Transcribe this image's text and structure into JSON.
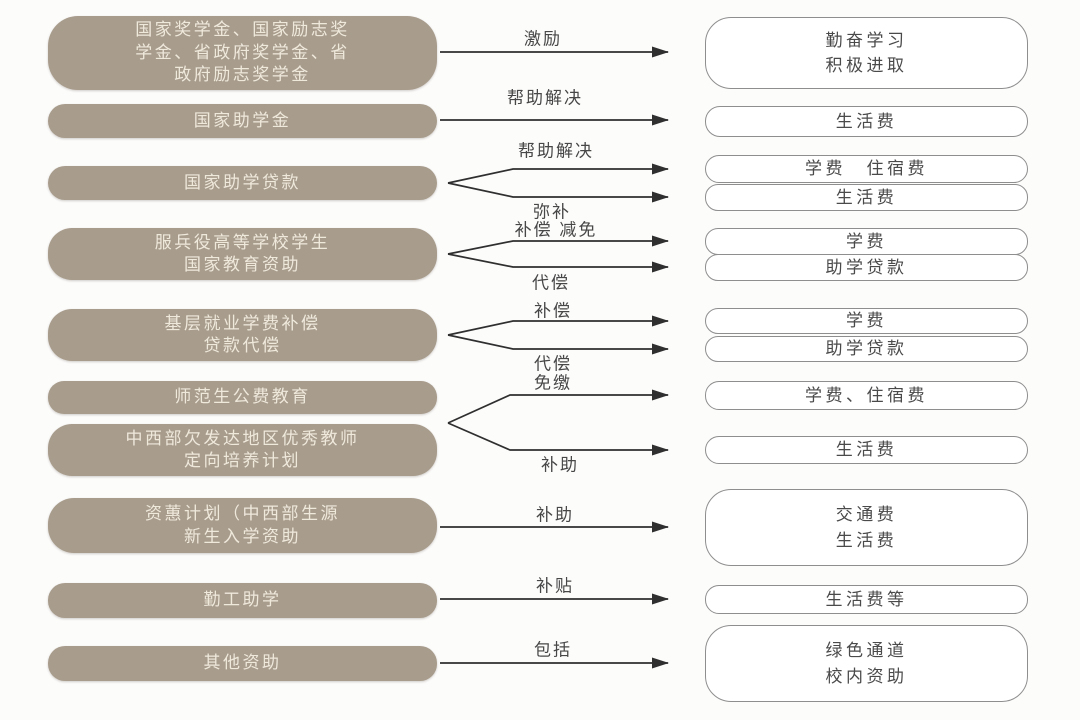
{
  "colors": {
    "background": "#fcfcfb",
    "left_node_fill": "#a89c8c",
    "left_node_text": "#efe9dc",
    "right_node_fill": "#ffffff",
    "right_node_border": "#8e8e8e",
    "right_node_text": "#4a4a4a",
    "arrow_color": "#2f2f2f",
    "edge_label_color": "#474747"
  },
  "diagram": {
    "left_nodes": [
      {
        "text": "国家奖学金、国家励志奖\n学金、省政府奖学金、省\n政府励志奖学金"
      },
      {
        "text": "国家助学金"
      },
      {
        "text": "国家助学贷款"
      },
      {
        "text": "服兵役高等学校学生\n国家教育资助"
      },
      {
        "text": "基层就业学费补偿\n贷款代偿"
      },
      {
        "text": "师范生公费教育"
      },
      {
        "text": "中西部欠发达地区优秀教师\n定向培养计划"
      },
      {
        "text": "资蕙计划（中西部生源\n新生入学资助"
      },
      {
        "text": "勤工助学"
      },
      {
        "text": "其他资助"
      }
    ],
    "right_nodes": [
      {
        "text": "勤奋学习\n积极进取"
      },
      {
        "text": "生活费"
      },
      {
        "text": "学费　住宿费"
      },
      {
        "text": "生活费"
      },
      {
        "text": "学费"
      },
      {
        "text": "助学贷款"
      },
      {
        "text": "学费"
      },
      {
        "text": "助学贷款"
      },
      {
        "text": "学费、住宿费"
      },
      {
        "text": "生活费"
      },
      {
        "text": "交通费\n生活费"
      },
      {
        "text": "生活费等"
      },
      {
        "text": "绿色通道\n校内资助"
      }
    ],
    "edges": [
      {
        "from": 0,
        "to": 0,
        "label": "激励"
      },
      {
        "from": 1,
        "to": 1,
        "label": "帮助解决"
      },
      {
        "from": 2,
        "to": 2,
        "label": "帮助解决"
      },
      {
        "from": 2,
        "to": 3,
        "label": "弥补"
      },
      {
        "from": 3,
        "to": 4,
        "label": "补偿 减免"
      },
      {
        "from": 3,
        "to": 5,
        "label": "代偿"
      },
      {
        "from": 4,
        "to": 6,
        "label": "补偿"
      },
      {
        "from": 4,
        "to": 7,
        "label": "代偿"
      },
      {
        "from": [
          5,
          6
        ],
        "to": 8,
        "label": "免缴"
      },
      {
        "from": [
          5,
          6
        ],
        "to": 9,
        "label": "补助"
      },
      {
        "from": 7,
        "to": 10,
        "label": "补助"
      },
      {
        "from": 8,
        "to": 11,
        "label": "补贴"
      },
      {
        "from": 9,
        "to": 12,
        "label": "包括"
      }
    ]
  }
}
